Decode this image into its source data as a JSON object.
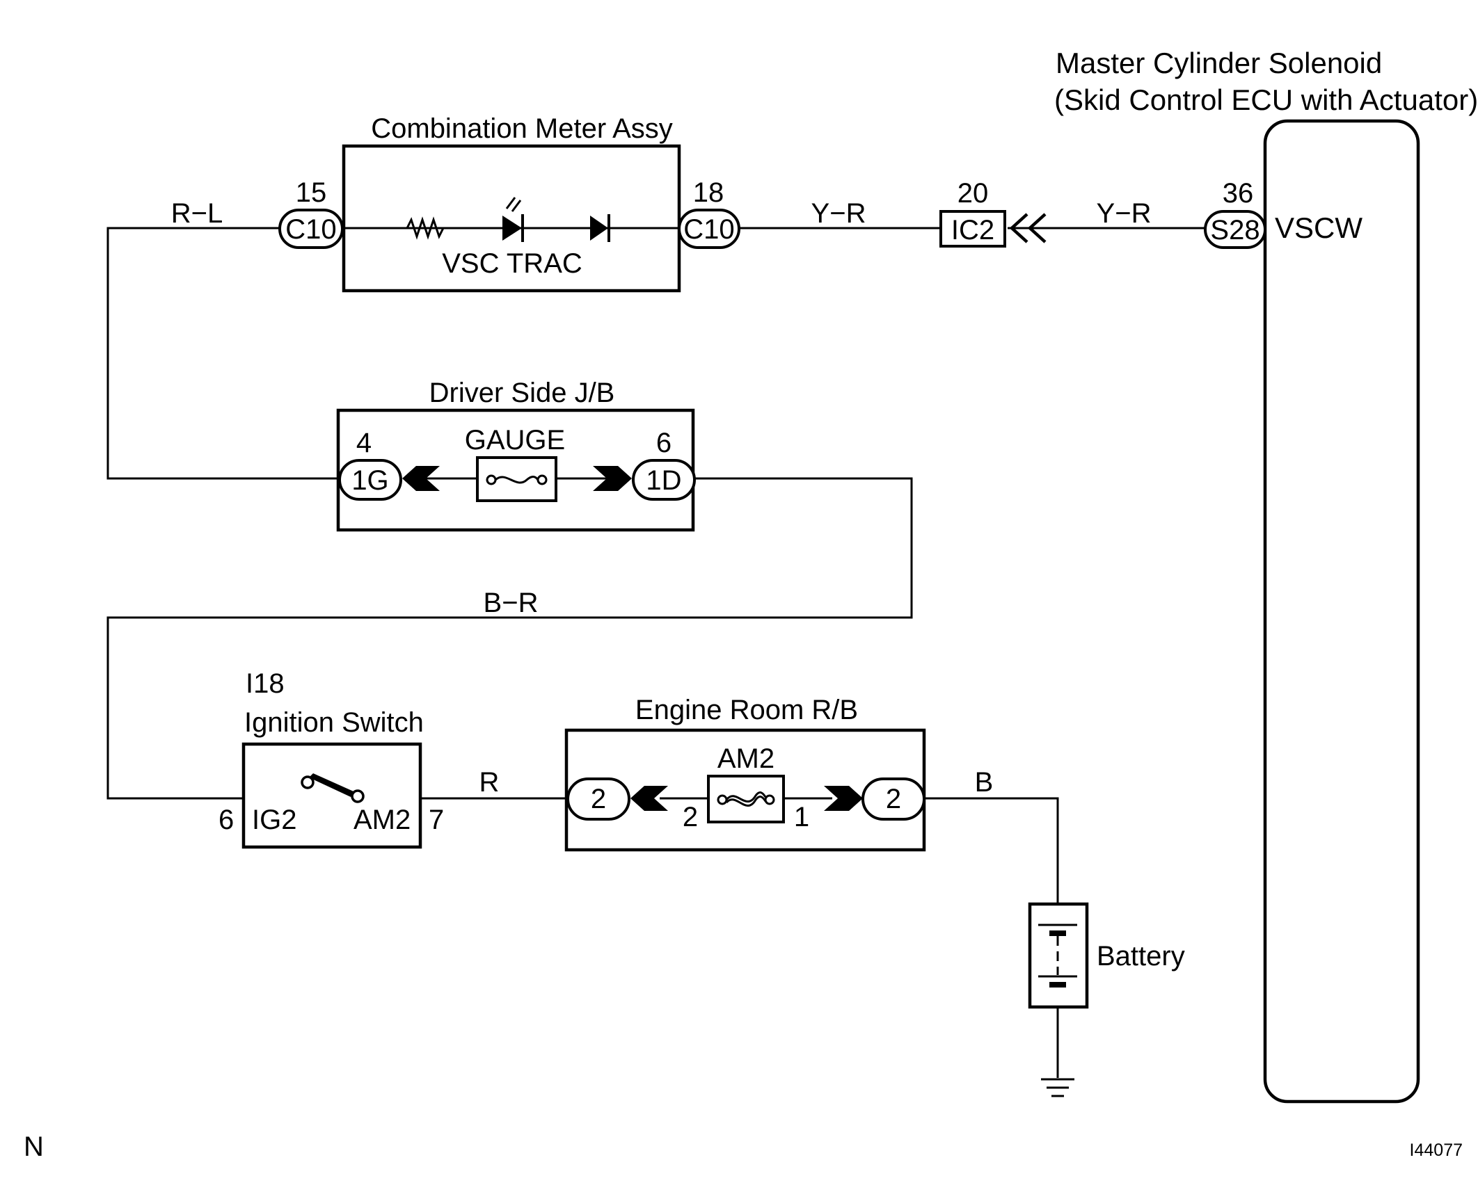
{
  "components": {
    "master_cylinder_solenoid": {
      "name": "Master Cylinder Solenoid",
      "subname": "(Skid Control ECU with Actuator)",
      "terminal": "VSCW"
    },
    "combination_meter": {
      "name": "Combination Meter Assy",
      "indicator": "VSC TRAC"
    },
    "driver_jb": {
      "name": "Driver Side J/B",
      "fuse": "GAUGE"
    },
    "ignition_switch": {
      "code": "I18",
      "name": "Ignition Switch",
      "left_terminal": "IG2",
      "right_terminal": "AM2",
      "left_pin": "6",
      "right_pin": "7"
    },
    "engine_room_rb": {
      "name": "Engine Room R/B",
      "fuse": "AM2",
      "fuse_left_pin": "2",
      "fuse_right_pin": "1"
    },
    "battery": {
      "name": "Battery"
    }
  },
  "connectors": {
    "c10_left": {
      "code": "C10",
      "pin": "15"
    },
    "c10_right": {
      "code": "C10",
      "pin": "18"
    },
    "ic2": {
      "code": "IC2",
      "pin": "20"
    },
    "s28": {
      "code": "S28",
      "pin": "36"
    },
    "jb_1g": {
      "code": "1G",
      "pin": "4"
    },
    "jb_1d": {
      "code": "1D",
      "pin": "6"
    },
    "rb_left": {
      "code": "2"
    },
    "rb_right": {
      "code": "2"
    }
  },
  "wires": {
    "rl": "R−L",
    "yr_left": "Y−R",
    "yr_right": "Y−R",
    "br": "B−R",
    "r": "R",
    "b": "B"
  },
  "footer": {
    "left": "N",
    "right": "I44077"
  }
}
